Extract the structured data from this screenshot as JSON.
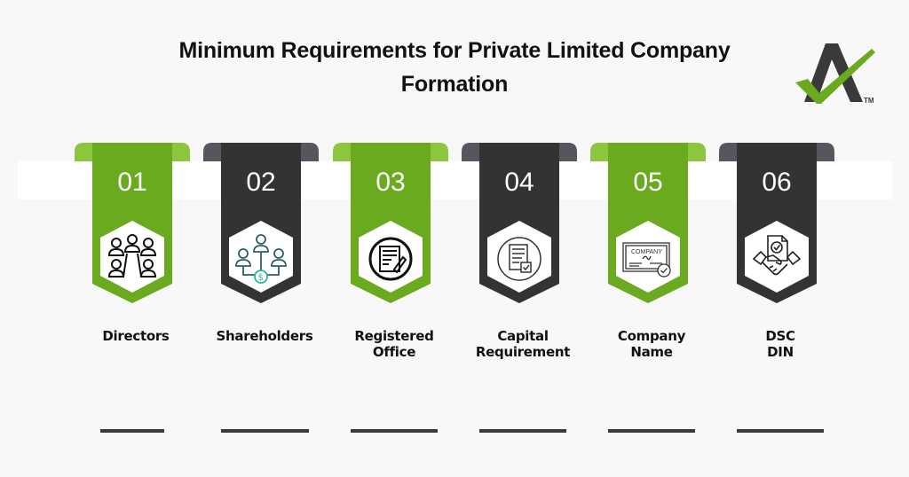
{
  "title": {
    "line1": "Minimum Requirements for Private Limited Company",
    "line2": "Formation"
  },
  "logo": {
    "tm": "TM",
    "colors": {
      "dark": "#3a3a3a",
      "green": "#6aaa1e"
    }
  },
  "colors": {
    "green_body": "#6aaa1e",
    "green_fold": "#8cc63f",
    "dark_body": "#333333",
    "dark_fold": "#55565e",
    "band": "#ffffff",
    "background": "#f8f8f8"
  },
  "steps": [
    {
      "number": "01",
      "label_line1": "Directors",
      "label_line2": "",
      "theme": "green",
      "icon": "meeting-people-icon"
    },
    {
      "number": "02",
      "label_line1": "Shareholders",
      "label_line2": "",
      "theme": "dark",
      "icon": "shareholders-dollar-icon"
    },
    {
      "number": "03",
      "label_line1": "Registered",
      "label_line2": "Office",
      "theme": "green",
      "icon": "document-pen-icon"
    },
    {
      "number": "04",
      "label_line1": "Capital",
      "label_line2": "Requirement",
      "theme": "dark",
      "icon": "document-check-icon"
    },
    {
      "number": "05",
      "label_line1": "Company",
      "label_line2": "Name",
      "theme": "green",
      "icon": "company-certificate-icon",
      "icon_text": "COMPANY"
    },
    {
      "number": "06",
      "label_line1": "DSC",
      "label_line2": "DIN",
      "theme": "dark",
      "icon": "handshake-document-icon"
    }
  ]
}
